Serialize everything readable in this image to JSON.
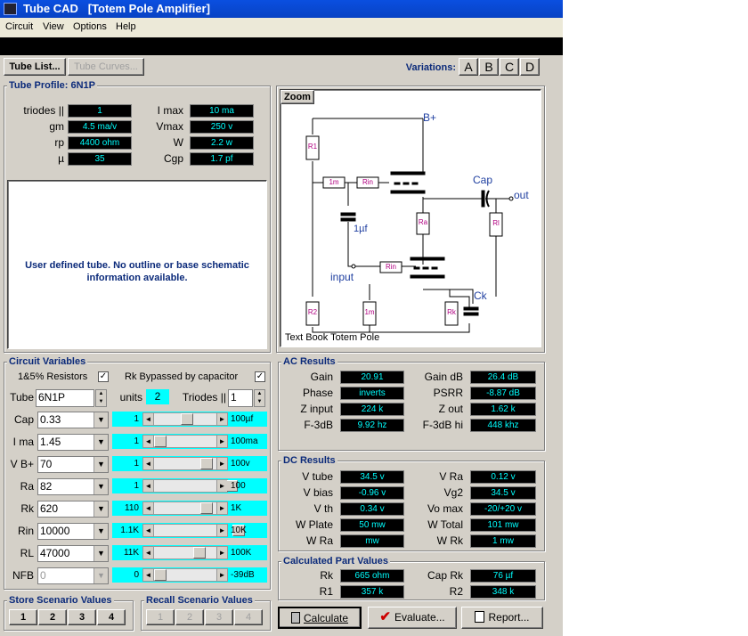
{
  "window": {
    "title": "Tube CAD   [Totem Pole Amplifier]"
  },
  "menu": [
    "Circuit",
    "View",
    "Options",
    "Help"
  ],
  "toolbar": {
    "tube_list": "Tube List...",
    "tube_curves": "Tube Curves...",
    "variations_label": "Variations:",
    "variations": [
      "A",
      "B",
      "C",
      "D"
    ]
  },
  "tube_profile": {
    "title": "Tube Profile: 6N1P",
    "left": [
      {
        "label": "triodes ||",
        "value": "1"
      },
      {
        "label": "gm",
        "value": "4.5 ma/v"
      },
      {
        "label": "rp",
        "value": "4400 ohm"
      },
      {
        "label": "µ",
        "value": "35"
      }
    ],
    "right": [
      {
        "label": "I max",
        "value": "10 ma"
      },
      {
        "label": "Vmax",
        "value": "250 v"
      },
      {
        "label": "W",
        "value": "2.2 w"
      },
      {
        "label": "Cgp",
        "value": "1.7 pf"
      }
    ],
    "description": "User defined tube. No outline or base schematic information available."
  },
  "schematic": {
    "zoom": "Zoom",
    "caption": "Text Book Totem Pole",
    "labels": {
      "bplus": "B+",
      "cap": "Cap",
      "out": "out",
      "r1": "R1",
      "r1m": "1m",
      "rin1": "Rin",
      "ra": "Ra",
      "rl": "Rl",
      "cap1": "1µf",
      "rin2": "Rin",
      "input": "input",
      "ck": "Ck",
      "r2": "R2",
      "r2m": "1m",
      "rk": "Rk"
    }
  },
  "circuit_vars": {
    "title": "Circuit Variables",
    "resistors": "1&5% Resistors",
    "rk_bypassed": "Rk Bypassed by capacitor",
    "tube_label": "Tube",
    "tube_value": "6N1P",
    "units_label": "units",
    "units_value": "2",
    "triodes_label": "Triodes ||",
    "triodes_value": "1",
    "rows": [
      {
        "label": "Cap",
        "value": "0.33",
        "step": "1",
        "range": "100µf"
      },
      {
        "label": "I ma",
        "value": "1.45",
        "step": "1",
        "range": "100ma"
      },
      {
        "label": "V B+",
        "value": "70",
        "step": "1",
        "range": "100v"
      },
      {
        "label": "Ra",
        "value": "82",
        "step": "1",
        "range": "100"
      },
      {
        "label": "Rk",
        "value": "620",
        "step": "110",
        "range": "1K"
      },
      {
        "label": "Rin",
        "value": "10000",
        "step": "1.1K",
        "range": "10K"
      },
      {
        "label": "RL",
        "value": "47000",
        "step": "11K",
        "range": "100K"
      },
      {
        "label": "NFB",
        "value": "0",
        "step": "0",
        "range": "-39dB"
      }
    ]
  },
  "ac": {
    "title": "AC Results",
    "left": [
      {
        "label": "Gain",
        "value": "20.91"
      },
      {
        "label": "Phase",
        "value": "inverts"
      },
      {
        "label": "Z input",
        "value": "224 k"
      },
      {
        "label": "F-3dB",
        "value": "9.92 hz"
      }
    ],
    "right": [
      {
        "label": "Gain dB",
        "value": "26.4 dB"
      },
      {
        "label": "PSRR",
        "value": "-8.87 dB"
      },
      {
        "label": "Z out",
        "value": "1.62 k"
      },
      {
        "label": "F-3dB hi",
        "value": "448 khz"
      }
    ]
  },
  "dc": {
    "title": "DC Results",
    "left": [
      {
        "label": "V tube",
        "value": "34.5 v"
      },
      {
        "label": "V bias",
        "value": "-0.96 v"
      },
      {
        "label": "V th",
        "value": "0.34 v"
      },
      {
        "label": "W Plate",
        "value": "50 mw"
      },
      {
        "label": "W Ra",
        "value": "mw"
      }
    ],
    "right": [
      {
        "label": "V Ra",
        "value": "0.12 v"
      },
      {
        "label": "Vg2",
        "value": "34.5 v"
      },
      {
        "label": "Vo max",
        "value": "-20/+20 v"
      },
      {
        "label": "W Total",
        "value": "101 mw"
      },
      {
        "label": "W Rk",
        "value": "1 mw"
      }
    ]
  },
  "calc": {
    "title": "Calculated Part Values",
    "left": [
      {
        "label": "Rk",
        "value": "665 ohm"
      },
      {
        "label": "R1",
        "value": "357 k"
      }
    ],
    "right": [
      {
        "label": "Cap Rk",
        "value": "76 µf"
      },
      {
        "label": "R2",
        "value": "348 k"
      }
    ]
  },
  "store": {
    "title": "Store Scenario Values",
    "buttons": [
      "1",
      "2",
      "3",
      "4"
    ]
  },
  "recall": {
    "title": "Recall Scenario Values",
    "buttons": [
      "1",
      "2",
      "3",
      "4"
    ]
  },
  "actions": {
    "calculate": "Calculate",
    "evaluate": "Evaluate...",
    "report": "Report..."
  },
  "colors": {
    "title_bar": "#0842c4",
    "readout_bg": "#000000",
    "readout_text": "#00ffff",
    "accent_cyan": "#00ffff",
    "group_label": "#0b2a7a"
  }
}
